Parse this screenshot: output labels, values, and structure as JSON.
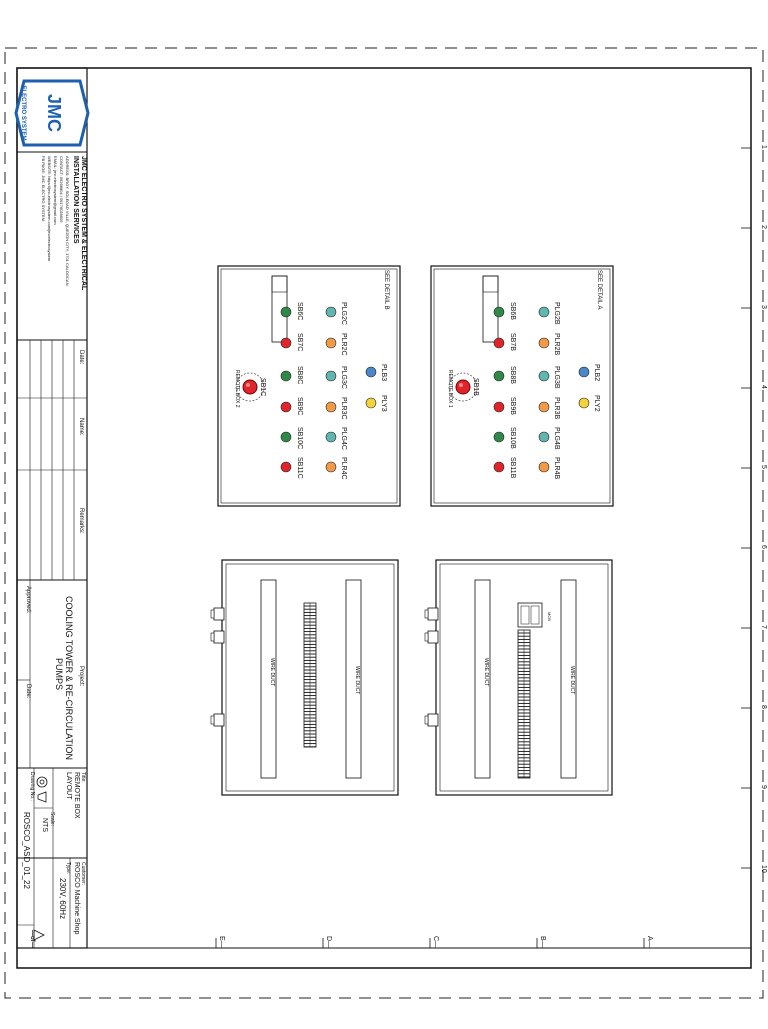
{
  "company": {
    "logo_text": "JMC",
    "logo_sub": "ELECTRO SYSTEM",
    "name_line1": "JMC ELECTRO SYSTEM & ELECTRICAL",
    "name_line2": "INSTALLATION SERVICES",
    "address": "ADDRESS: BRGY. SOLEDAD VILLE, QUEZON CITY, 1701 CALOOCAN",
    "contact": "CONTACT: 09268804 / 09176028509",
    "email": "EMAIL: jmc.electrosystem@gmail.com",
    "website": "WEBSITE: https://jmc-electrosystem.com/jmcelectrosystem",
    "facebook": "FB PAGE: JMC ELECTRO SYSTEM"
  },
  "revision_table": {
    "date_header": "Date:",
    "name_header": "Name:",
    "remarks_header": "Remarks:"
  },
  "project": {
    "label": "Project:",
    "name_line1": "COOLING TOWER & RE-CIRCULATION",
    "name_line2": "PUMPS",
    "approved_label": "Approved:",
    "date_label": "Date:"
  },
  "title_block": {
    "title_label": "Title:",
    "title_line1": "REMOTE BOX",
    "title_line2": "LAYOUT",
    "customer_label": "Customer:",
    "customer": "ROSCO Machine Shop",
    "type_label": "Type:",
    "type_value": "230V, 60Hz",
    "scale_label": "Scale:",
    "scale_value": "NTS",
    "drawing_label": "Drawing No.:",
    "drawing_value": "ROSCO_ASD_01_22",
    "sheet_value": "—of—"
  },
  "grid": {
    "columns": [
      "1",
      "2",
      "3",
      "4",
      "5",
      "6",
      "7",
      "8",
      "9",
      "10"
    ],
    "rows": [
      "A",
      "B",
      "C",
      "D",
      "E"
    ]
  },
  "detail_a": {
    "title": "SEE DETAIL A",
    "box_label": "REMOTE BOX 1",
    "estop_label": "SB1B",
    "rows": [
      [
        "PLG2B",
        "PLR2B",
        "PLG3B",
        "PLR3B",
        "PLG4B",
        "PLR4B"
      ],
      [
        "SB6B",
        "SB7B",
        "SB8B",
        "SB9B",
        "SB10B",
        "SB11B"
      ]
    ],
    "pilot_labels": [
      "PLB2",
      "PLY2"
    ]
  },
  "detail_b": {
    "title": "SEE DETAIL B",
    "box_label": "REMOTE BOX 2",
    "estop_label": "SB1C",
    "rows": [
      [
        "PLG2C",
        "PLR2C",
        "PLG3C",
        "PLR3C",
        "PLG4C",
        "PLR4C"
      ],
      [
        "SB6C",
        "SB7C",
        "SB8C",
        "SB9C",
        "SB10C",
        "SB11C"
      ]
    ],
    "pilot_labels": [
      "PLB3",
      "PLY3"
    ]
  },
  "panel_a": {
    "duct_left": "WIRE DUCT",
    "duct_right": "WIRE DUCT",
    "breaker_label": "MCB"
  },
  "panel_b": {
    "duct_left": "WIRE DUCT",
    "duct_right": "WIRE DUCT"
  },
  "colors": {
    "green": "#2f8a4a",
    "red": "#e0242b",
    "teal": "#5fb7b0",
    "orange": "#f29a45",
    "blue": "#4a86c8",
    "yellow": "#f4d23c",
    "logo_blue": "#1d5fb0"
  }
}
